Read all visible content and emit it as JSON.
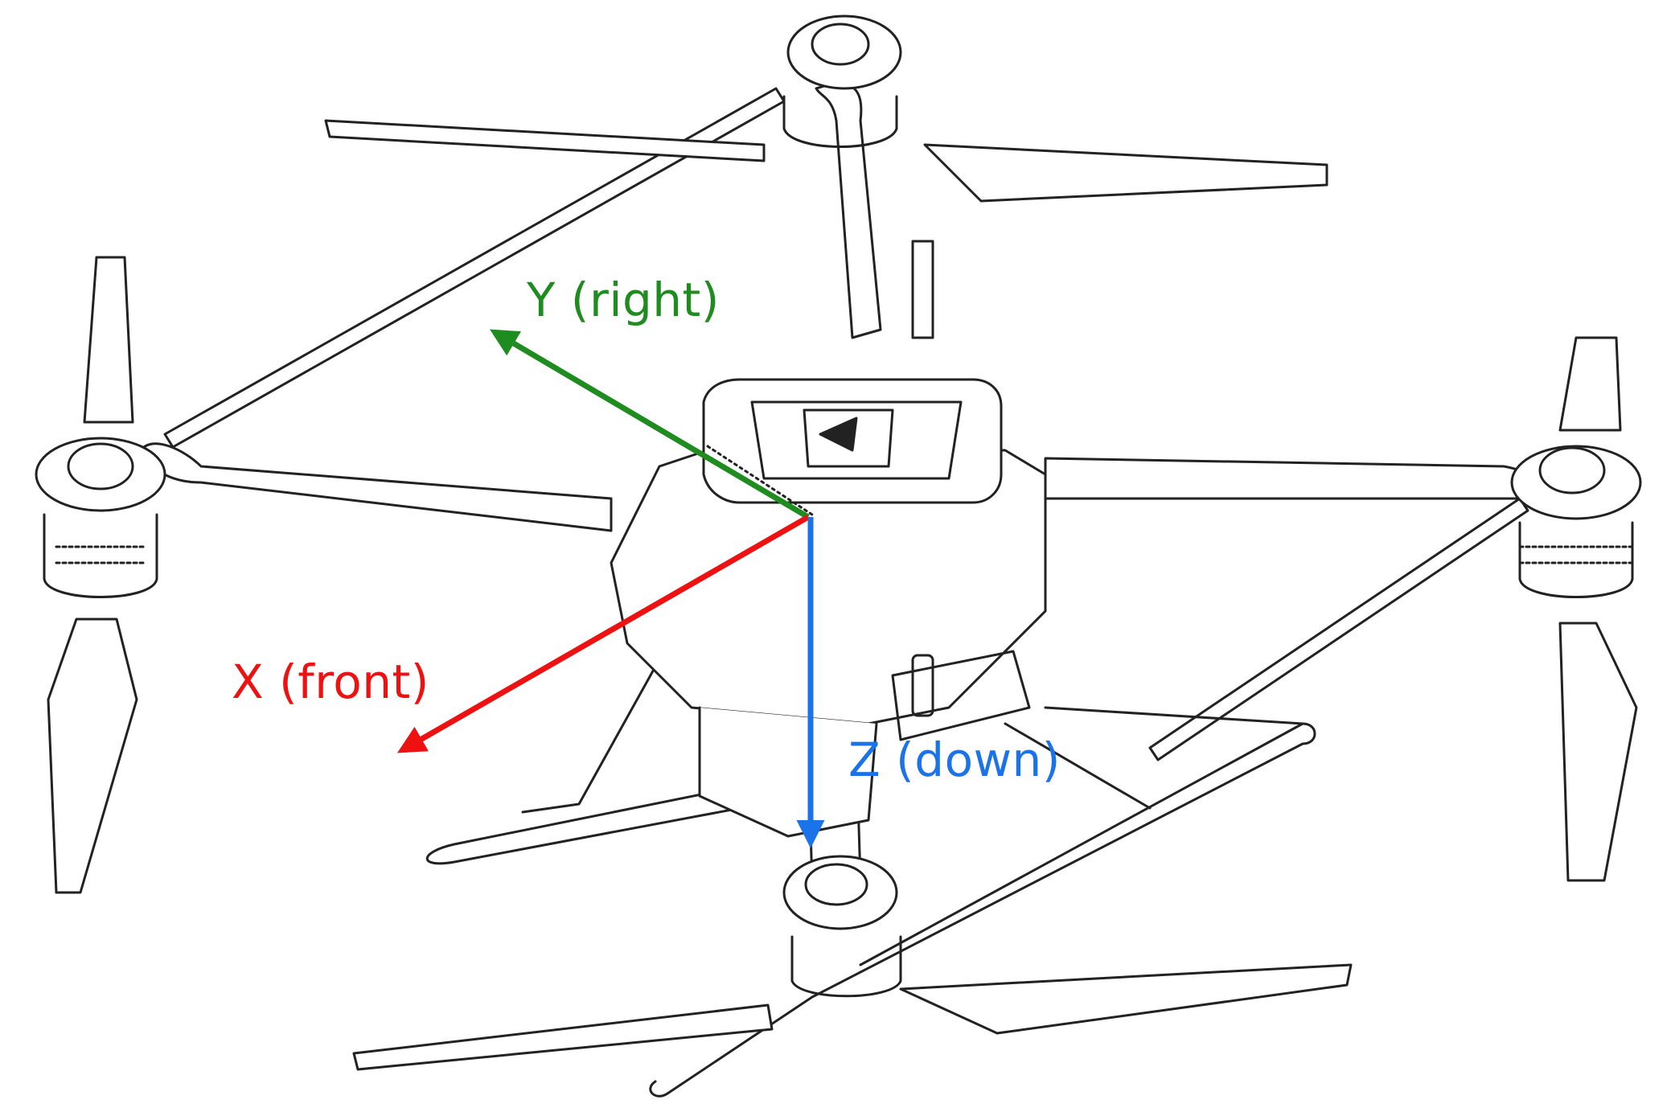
{
  "axes": {
    "y": {
      "label": "Y (right)",
      "color": "#1e8c1e"
    },
    "x": {
      "label": "X (front)",
      "color": "#ee1111"
    },
    "z": {
      "label": "Z (down)",
      "color": "#1a73e8"
    }
  },
  "drawing": {
    "line_color": "#222222"
  }
}
